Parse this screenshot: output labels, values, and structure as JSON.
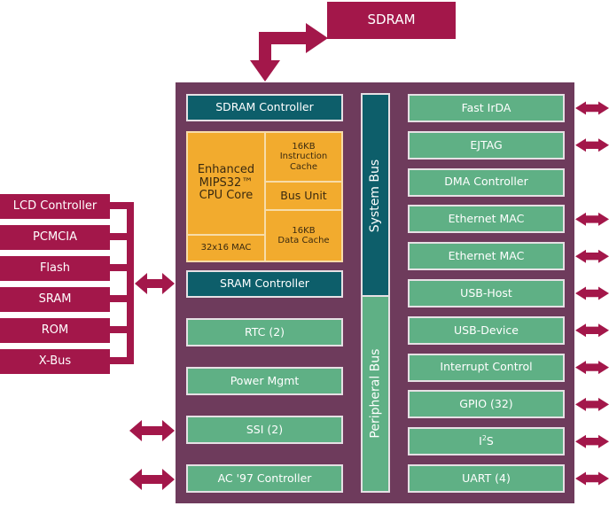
{
  "external": {
    "sdram": "SDRAM",
    "left_devices": [
      "LCD Controller",
      "PCMCIA",
      "Flash",
      "SRAM",
      "ROM",
      "X-Bus"
    ]
  },
  "buses": {
    "system": "System Bus",
    "peripheral": "Peripheral Bus"
  },
  "cpu": {
    "core": [
      "Enhanced",
      "MIPS32™",
      "CPU Core"
    ],
    "mac": "32x16 MAC",
    "icache": [
      "16KB",
      "Instruction Cache"
    ],
    "bus_unit": "Bus Unit",
    "dcache": [
      "16KB",
      "Data Cache"
    ]
  },
  "left_blocks": {
    "sdram_controller": "SDRAM Controller",
    "sram_controller": "SRAM Controller",
    "rtc": "RTC (2)",
    "power": "Power Mgmt",
    "ssi": "SSI (2)",
    "ac97": "AC '97 Controller"
  },
  "right_blocks": [
    {
      "label": "Fast IrDA",
      "external": true
    },
    {
      "label": "EJTAG",
      "external": true
    },
    {
      "label": "DMA Controller",
      "external": false
    },
    {
      "label": "Ethernet MAC",
      "external": true
    },
    {
      "label": "Ethernet MAC",
      "external": true
    },
    {
      "label": "USB-Host",
      "external": true
    },
    {
      "label": "USB-Device",
      "external": true
    },
    {
      "label": "Interrupt Control",
      "external": true
    },
    {
      "label": "GPIO (32)",
      "external": true
    },
    {
      "label": "I2S",
      "external": true
    },
    {
      "label": "UART (4)",
      "external": true
    }
  ],
  "i2s": {
    "base": "I",
    "sup": "2",
    "rest": "S"
  },
  "colors": {
    "frame": "#6e3b5c",
    "external": "#a3174a",
    "system_bus": "#0d5e6a",
    "peripheral": "#5fb085",
    "cpu": "#f2ab2e"
  }
}
